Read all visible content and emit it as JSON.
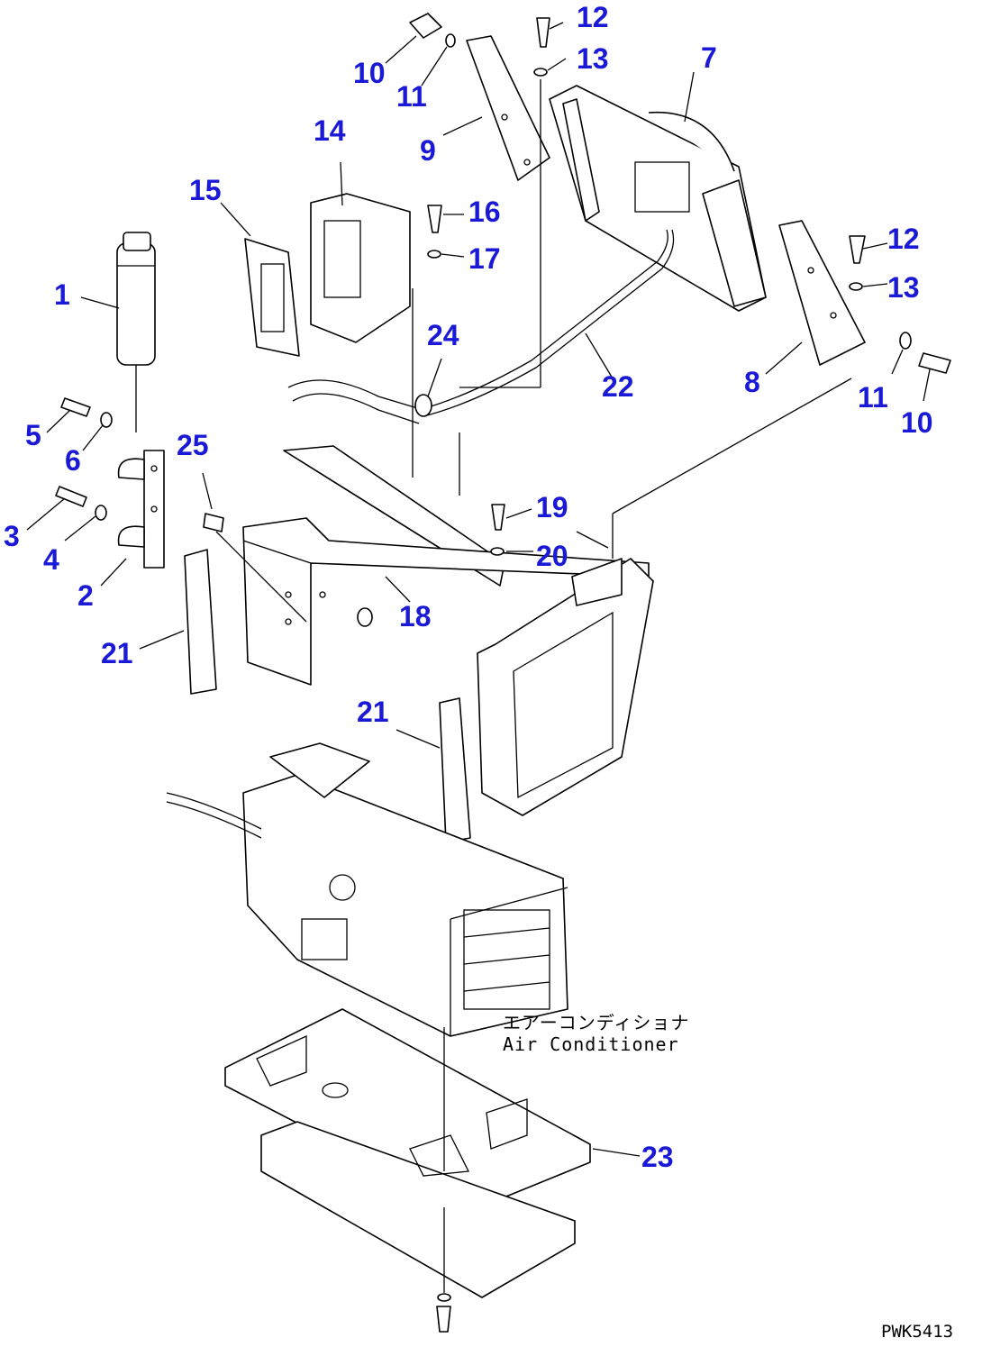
{
  "callouts": {
    "c1": "1",
    "c2": "2",
    "c3": "3",
    "c4": "4",
    "c5": "5",
    "c6": "6",
    "c7": "7",
    "c8": "8",
    "c9": "9",
    "c10a": "10",
    "c10b": "10",
    "c11a": "11",
    "c11b": "11",
    "c12a": "12",
    "c12b": "12",
    "c13a": "13",
    "c13b": "13",
    "c14": "14",
    "c15": "15",
    "c16": "16",
    "c17": "17",
    "c18": "18",
    "c19": "19",
    "c20": "20",
    "c21a": "21",
    "c21b": "21",
    "c22": "22",
    "c23": "23",
    "c24": "24",
    "c25": "25"
  },
  "caption": {
    "japanese": "エアーコンディショナ",
    "english": "Air Conditioner"
  },
  "drawing_code": "PWK5413"
}
